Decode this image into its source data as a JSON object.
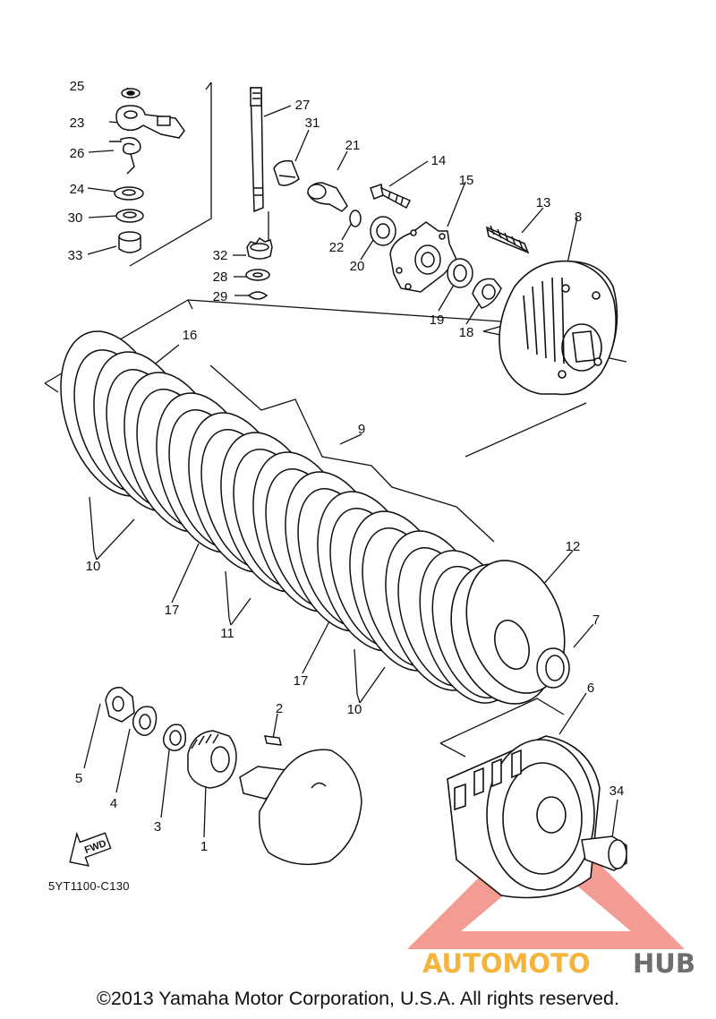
{
  "diagram": {
    "drawing_code": "5YT1100-C130",
    "copyright": "©2013 Yamaha Motor Corporation, U.S.A. All rights reserved.",
    "direction_label": "FWD",
    "watermark": {
      "part1": "AUTOMOTO",
      "part2": "HUB",
      "color1": "#f5b43c",
      "color2": "#6e6e6e",
      "triangle_color": "#e84b3c"
    },
    "part_numbers": {
      "p1": "1",
      "p2": "2",
      "p3": "3",
      "p4": "4",
      "p5": "5",
      "p6": "6",
      "p7": "7",
      "p8": "8",
      "p9": "9",
      "p10a": "10",
      "p10b": "10",
      "p11": "11",
      "p12": "12",
      "p13": "13",
      "p14": "14",
      "p15": "15",
      "p16": "16",
      "p17a": "17",
      "p17b": "17",
      "p18": "18",
      "p19": "19",
      "p20": "20",
      "p21": "21",
      "p22": "22",
      "p23": "23",
      "p24": "24",
      "p25": "25",
      "p26": "26",
      "p27": "27",
      "p28": "28",
      "p29": "29",
      "p30": "30",
      "p31": "31",
      "p32": "32",
      "p33": "33",
      "p34": "34"
    }
  }
}
